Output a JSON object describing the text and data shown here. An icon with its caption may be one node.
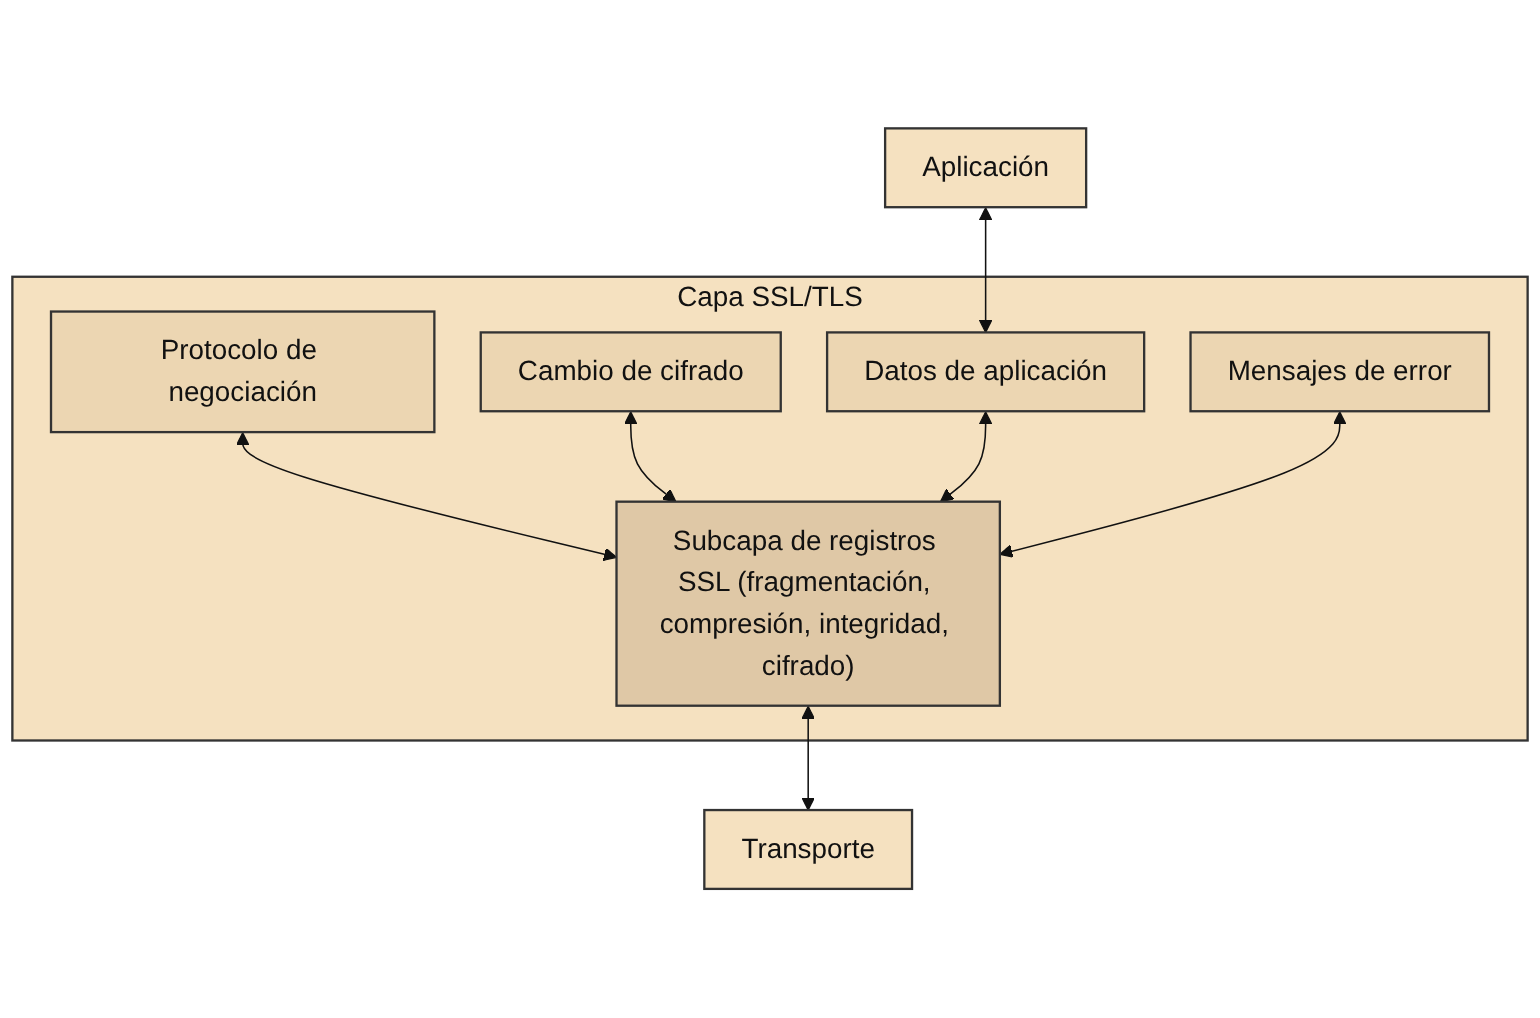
{
  "diagram": {
    "nodes": [
      {
        "text": [
          "Aplicación"
        ]
      },
      {
        "text": [
          "Capa SSL/TLS"
        ]
      },
      {
        "text": [
          "Protocolo de negociación"
        ],
        "in": 1
      },
      {
        "text": [
          "Cambio de cifrado"
        ],
        "in": 1
      },
      {
        "text": [
          "Datos de aplicación"
        ],
        "in": 1
      },
      {
        "text": [
          "Mensajes de error"
        ],
        "in": 1
      },
      {
        "text": [
          "Subcapa de registros SSL (fragmentación, compresión, integridad, cifrado)"
        ],
        "in": 1
      },
      {
        "text": [
          "Transporte"
        ]
      }
    ],
    "edges": [
      {
        "from": 0,
        "to": 4,
        "arrow": "both"
      },
      {
        "from": 2,
        "to": 6,
        "arrow": "both"
      },
      {
        "from": 3,
        "to": 6,
        "arrow": "both"
      },
      {
        "from": 4,
        "to": 6,
        "arrow": "both"
      },
      {
        "from": 5,
        "to": 6,
        "arrow": "both"
      },
      {
        "from": 6,
        "to": 7,
        "arrow": "both"
      }
    ]
  }
}
